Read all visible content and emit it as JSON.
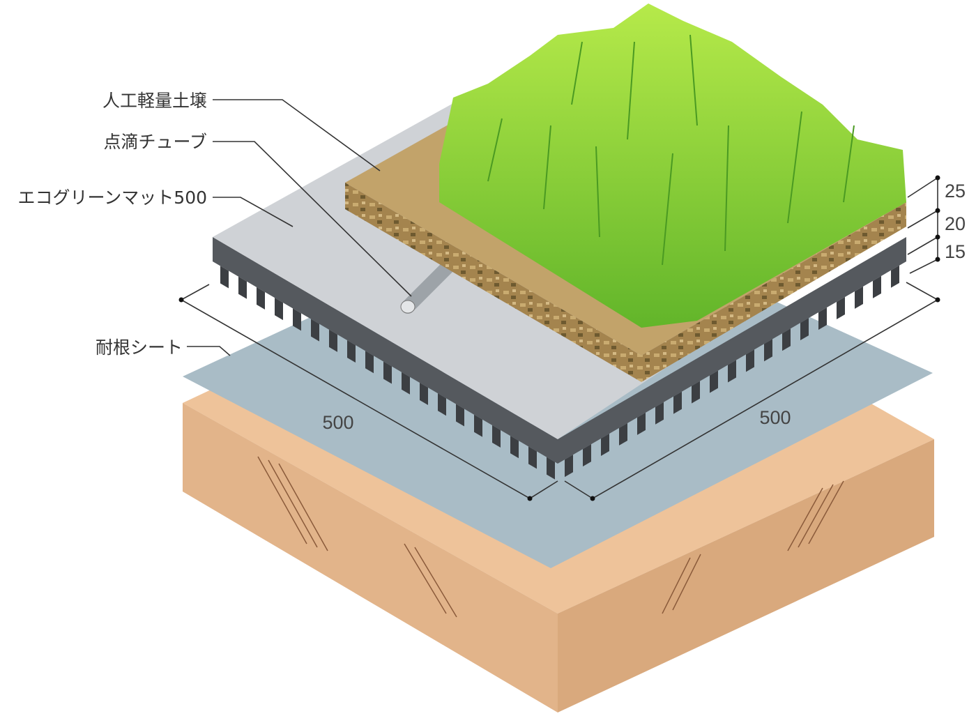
{
  "labels": {
    "soil": "人工軽量土壌",
    "drip_tube": "点滴チューブ",
    "mat": "エコグリーンマット500",
    "root_sheet": "耐根シート"
  },
  "dimensions": {
    "width_left": "500",
    "width_right": "500",
    "layer_top": "25",
    "layer_mid": "20",
    "layer_bottom": "15"
  },
  "colors": {
    "concrete": "#e2b48a",
    "sheet": "#a9bcc6",
    "mat": "#c9ccd0",
    "soil": "#a88a55",
    "grass": "#8fd43a"
  }
}
